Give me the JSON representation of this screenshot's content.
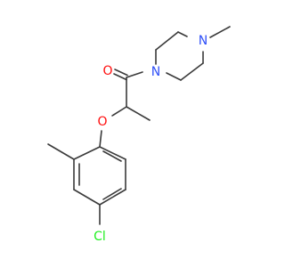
{
  "molecule": {
    "atoms": [
      {
        "id": "O_carbonyl",
        "label": "O",
        "color": "#ff0d0d"
      },
      {
        "id": "N_amide",
        "label": "N",
        "color": "#3050f8"
      },
      {
        "id": "N_methyl",
        "label": "N",
        "color": "#3050f8"
      },
      {
        "id": "O_ether",
        "label": "O",
        "color": "#ff0d0d"
      },
      {
        "id": "Cl",
        "label": "Cl",
        "color": "#1ff01f"
      }
    ],
    "bond_color": "#3a3a3a"
  }
}
